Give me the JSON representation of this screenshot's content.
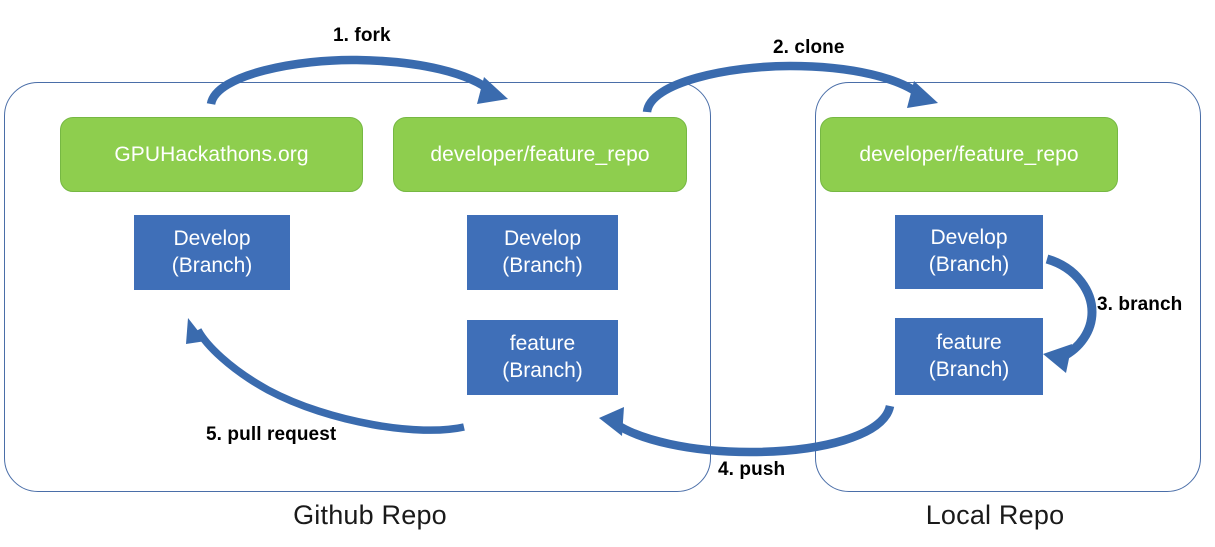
{
  "diagram": {
    "title": "Git fork / clone / branch / push / pull-request workflow",
    "colors": {
      "repo_green": "#8ece4e",
      "branch_blue": "#3f6fb8",
      "arrow_blue": "#3a6bae",
      "container_outline": "#4a6ea8",
      "label_text": "#000000",
      "box_text": "#ffffff",
      "background": "#ffffff"
    },
    "containers": [
      {
        "id": "github",
        "caption": "Github Repo"
      },
      {
        "id": "local",
        "caption": "Local Repo"
      }
    ],
    "nodes": [
      {
        "id": "upstream-repo",
        "label": "GPUHackathons.org",
        "kind": "repo"
      },
      {
        "id": "github-develop",
        "label_line1": "Develop",
        "label_line2": "(Branch)",
        "kind": "branch"
      },
      {
        "id": "fork-repo",
        "label": "developer/feature_repo",
        "kind": "repo"
      },
      {
        "id": "fork-develop",
        "label_line1": "Develop",
        "label_line2": "(Branch)",
        "kind": "branch"
      },
      {
        "id": "fork-feature",
        "label_line1": "feature",
        "label_line2": "(Branch)",
        "kind": "branch"
      },
      {
        "id": "local-repo",
        "label": "developer/feature_repo",
        "kind": "repo"
      },
      {
        "id": "local-develop",
        "label_line1": "Develop",
        "label_line2": "(Branch)",
        "kind": "branch"
      },
      {
        "id": "local-feature",
        "label_line1": "feature",
        "label_line2": "(Branch)",
        "kind": "branch"
      }
    ],
    "steps": [
      {
        "number": 1,
        "label": "1. fork",
        "from": "upstream-repo",
        "to": "fork-repo"
      },
      {
        "number": 2,
        "label": "2. clone",
        "from": "fork-repo",
        "to": "local-repo"
      },
      {
        "number": 3,
        "label": "3. branch",
        "from": "local-develop",
        "to": "local-feature"
      },
      {
        "number": 4,
        "label": "4. push",
        "from": "local-feature",
        "to": "fork-feature"
      },
      {
        "number": 5,
        "label": "5. pull request",
        "from": "fork-feature",
        "to": "github-develop"
      }
    ]
  }
}
